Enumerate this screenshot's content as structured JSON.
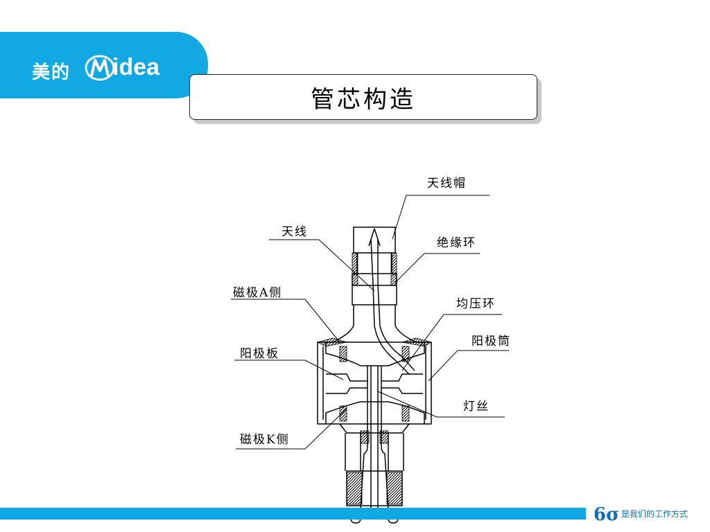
{
  "logo": {
    "cn": "美的",
    "en": "idea"
  },
  "title": "管芯构造",
  "labels": {
    "antenna_cap": "天线帽",
    "antenna": "天线",
    "insulation_ring": "绝缘环",
    "magnet_a_side": "磁极A侧",
    "equalizer_ring": "均压环",
    "anode_plate": "阳极板",
    "anode_cylinder": "阳极筒",
    "filament": "灯丝",
    "magnet_k_side": "磁极K侧"
  },
  "footer": {
    "sigma": "6σ",
    "slogan": "是我们的工作方式"
  },
  "colors": {
    "brand_blue": "#11a8e4",
    "footer_text": "#0e6fb8"
  }
}
